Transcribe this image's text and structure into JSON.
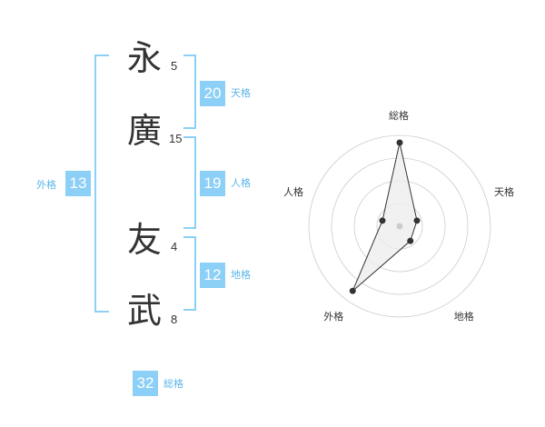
{
  "colors": {
    "accent": "#8ccff7",
    "accent_text": "#5bb6ea",
    "kanji": "#333333",
    "grid": "#cccccc",
    "polygon_fill": "#eeeeee",
    "polygon_stroke": "#333333"
  },
  "name": {
    "characters": [
      {
        "char": "永",
        "strokes": "5"
      },
      {
        "char": "廣",
        "strokes": "15"
      },
      {
        "char": "友",
        "strokes": "4"
      },
      {
        "char": "武",
        "strokes": "8"
      }
    ]
  },
  "fortunes": {
    "tenkaku": {
      "value": "20",
      "label": "天格"
    },
    "jinkaku": {
      "value": "19",
      "label": "人格"
    },
    "chikaku": {
      "value": "12",
      "label": "地格"
    },
    "gaikaku": {
      "value": "13",
      "label": "外格"
    },
    "soukaku": {
      "value": "32",
      "label": "総格"
    }
  },
  "chart_data": {
    "type": "radar",
    "axes": [
      "総格",
      "天格",
      "地格",
      "外格",
      "人格"
    ],
    "values": [
      0.92,
      0.2,
      0.2,
      0.88,
      0.2
    ],
    "rings": 4,
    "range": [
      0,
      1
    ]
  }
}
